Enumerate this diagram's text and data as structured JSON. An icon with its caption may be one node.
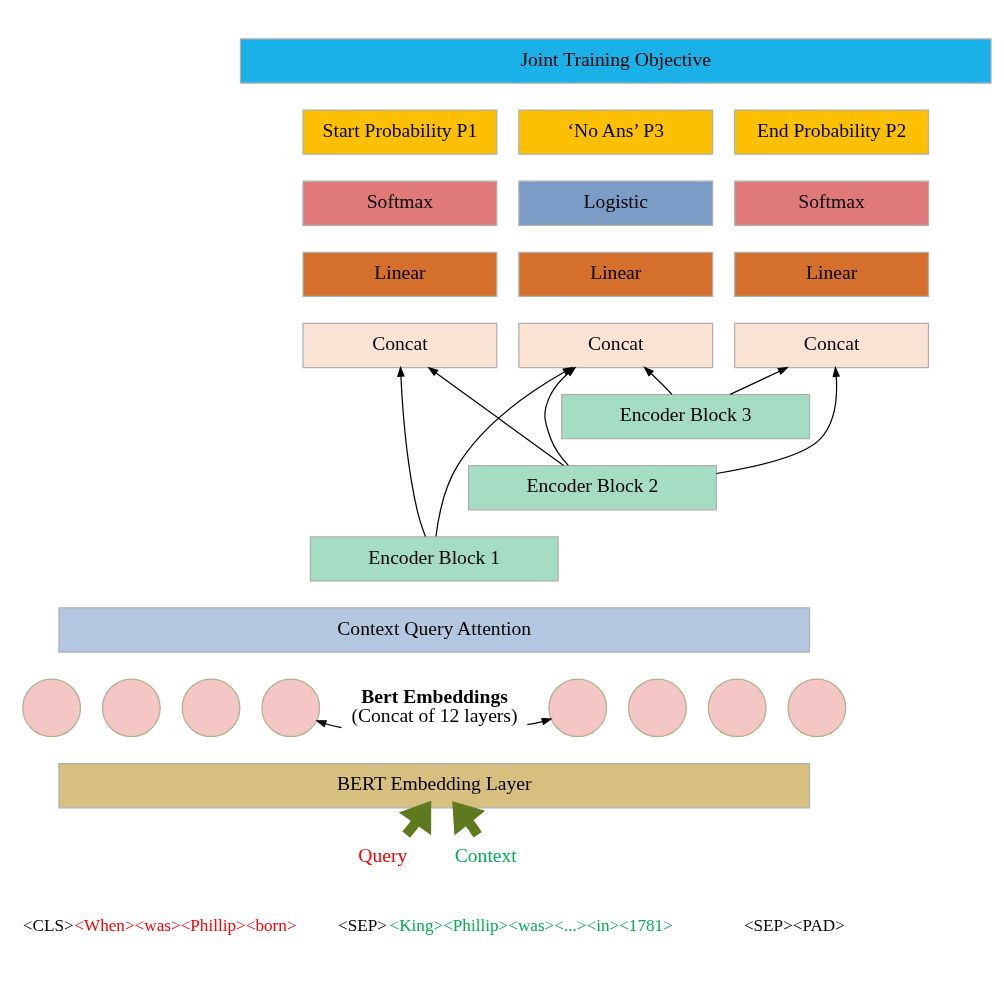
{
  "diagram": {
    "nodes": [
      {
        "text": [
          "Joint Training Objective"
        ]
      },
      {
        "text": [
          "Start Probability P1"
        ]
      },
      {
        "text": [
          "‘No Ans’ P3"
        ]
      },
      {
        "text": [
          "End Probability P2"
        ]
      },
      {
        "text": [
          "Softmax"
        ]
      },
      {
        "text": [
          "Logistic"
        ]
      },
      {
        "text": [
          "Softmax"
        ]
      },
      {
        "text": [
          "Linear"
        ]
      },
      {
        "text": [
          "Linear"
        ]
      },
      {
        "text": [
          "Linear"
        ]
      },
      {
        "text": [
          "Concat"
        ]
      },
      {
        "text": [
          "Concat"
        ]
      },
      {
        "text": [
          "Concat"
        ]
      },
      {
        "text": [
          "Encoder Block 3"
        ]
      },
      {
        "text": [
          "Encoder Block 2"
        ]
      },
      {
        "text": [
          "Encoder Block 1"
        ]
      },
      {
        "text": [
          "Context Query Attention"
        ]
      },
      {
        "text": [],
        "shape": "circle"
      },
      {
        "text": [],
        "shape": "circle"
      },
      {
        "text": [],
        "shape": "circle"
      },
      {
        "text": [],
        "shape": "circle"
      },
      {
        "text": [
          "Bert Embeddings",
          "(Concat of 12 layers)"
        ]
      },
      {
        "text": [],
        "shape": "circle"
      },
      {
        "text": [],
        "shape": "circle"
      },
      {
        "text": [],
        "shape": "circle"
      },
      {
        "text": [],
        "shape": "circle"
      },
      {
        "text": [
          "BERT Embedding Layer"
        ]
      },
      {
        "text": [
          "Query"
        ]
      },
      {
        "text": [
          "Context"
        ]
      }
    ],
    "edges": [
      {
        "from": 13,
        "to": 11,
        "arrow": "to"
      },
      {
        "from": 13,
        "to": 12,
        "arrow": "to"
      },
      {
        "from": 14,
        "to": 10,
        "arrow": "to"
      },
      {
        "from": 14,
        "to": 11,
        "arrow": "to"
      },
      {
        "from": 14,
        "to": 12,
        "arrow": "to"
      },
      {
        "from": 15,
        "to": 10,
        "arrow": "to"
      },
      {
        "from": 15,
        "to": 11,
        "arrow": "to"
      },
      {
        "from": 21,
        "to": 20,
        "arrow": "to"
      },
      {
        "from": 21,
        "to": 22,
        "arrow": "to"
      },
      {
        "from": 27,
        "to": 26,
        "arrow": "to",
        "style": "thick",
        "color": "#5f7a1e"
      },
      {
        "from": 28,
        "to": 26,
        "arrow": "to",
        "style": "thick",
        "color": "#5f7a1e"
      }
    ],
    "labels": [
      "<CLS>",
      "<When><was><Phillip><born>",
      "<SEP>",
      "<King><Phillip><was><...><in><1781>",
      "<SEP><PAD>"
    ]
  }
}
